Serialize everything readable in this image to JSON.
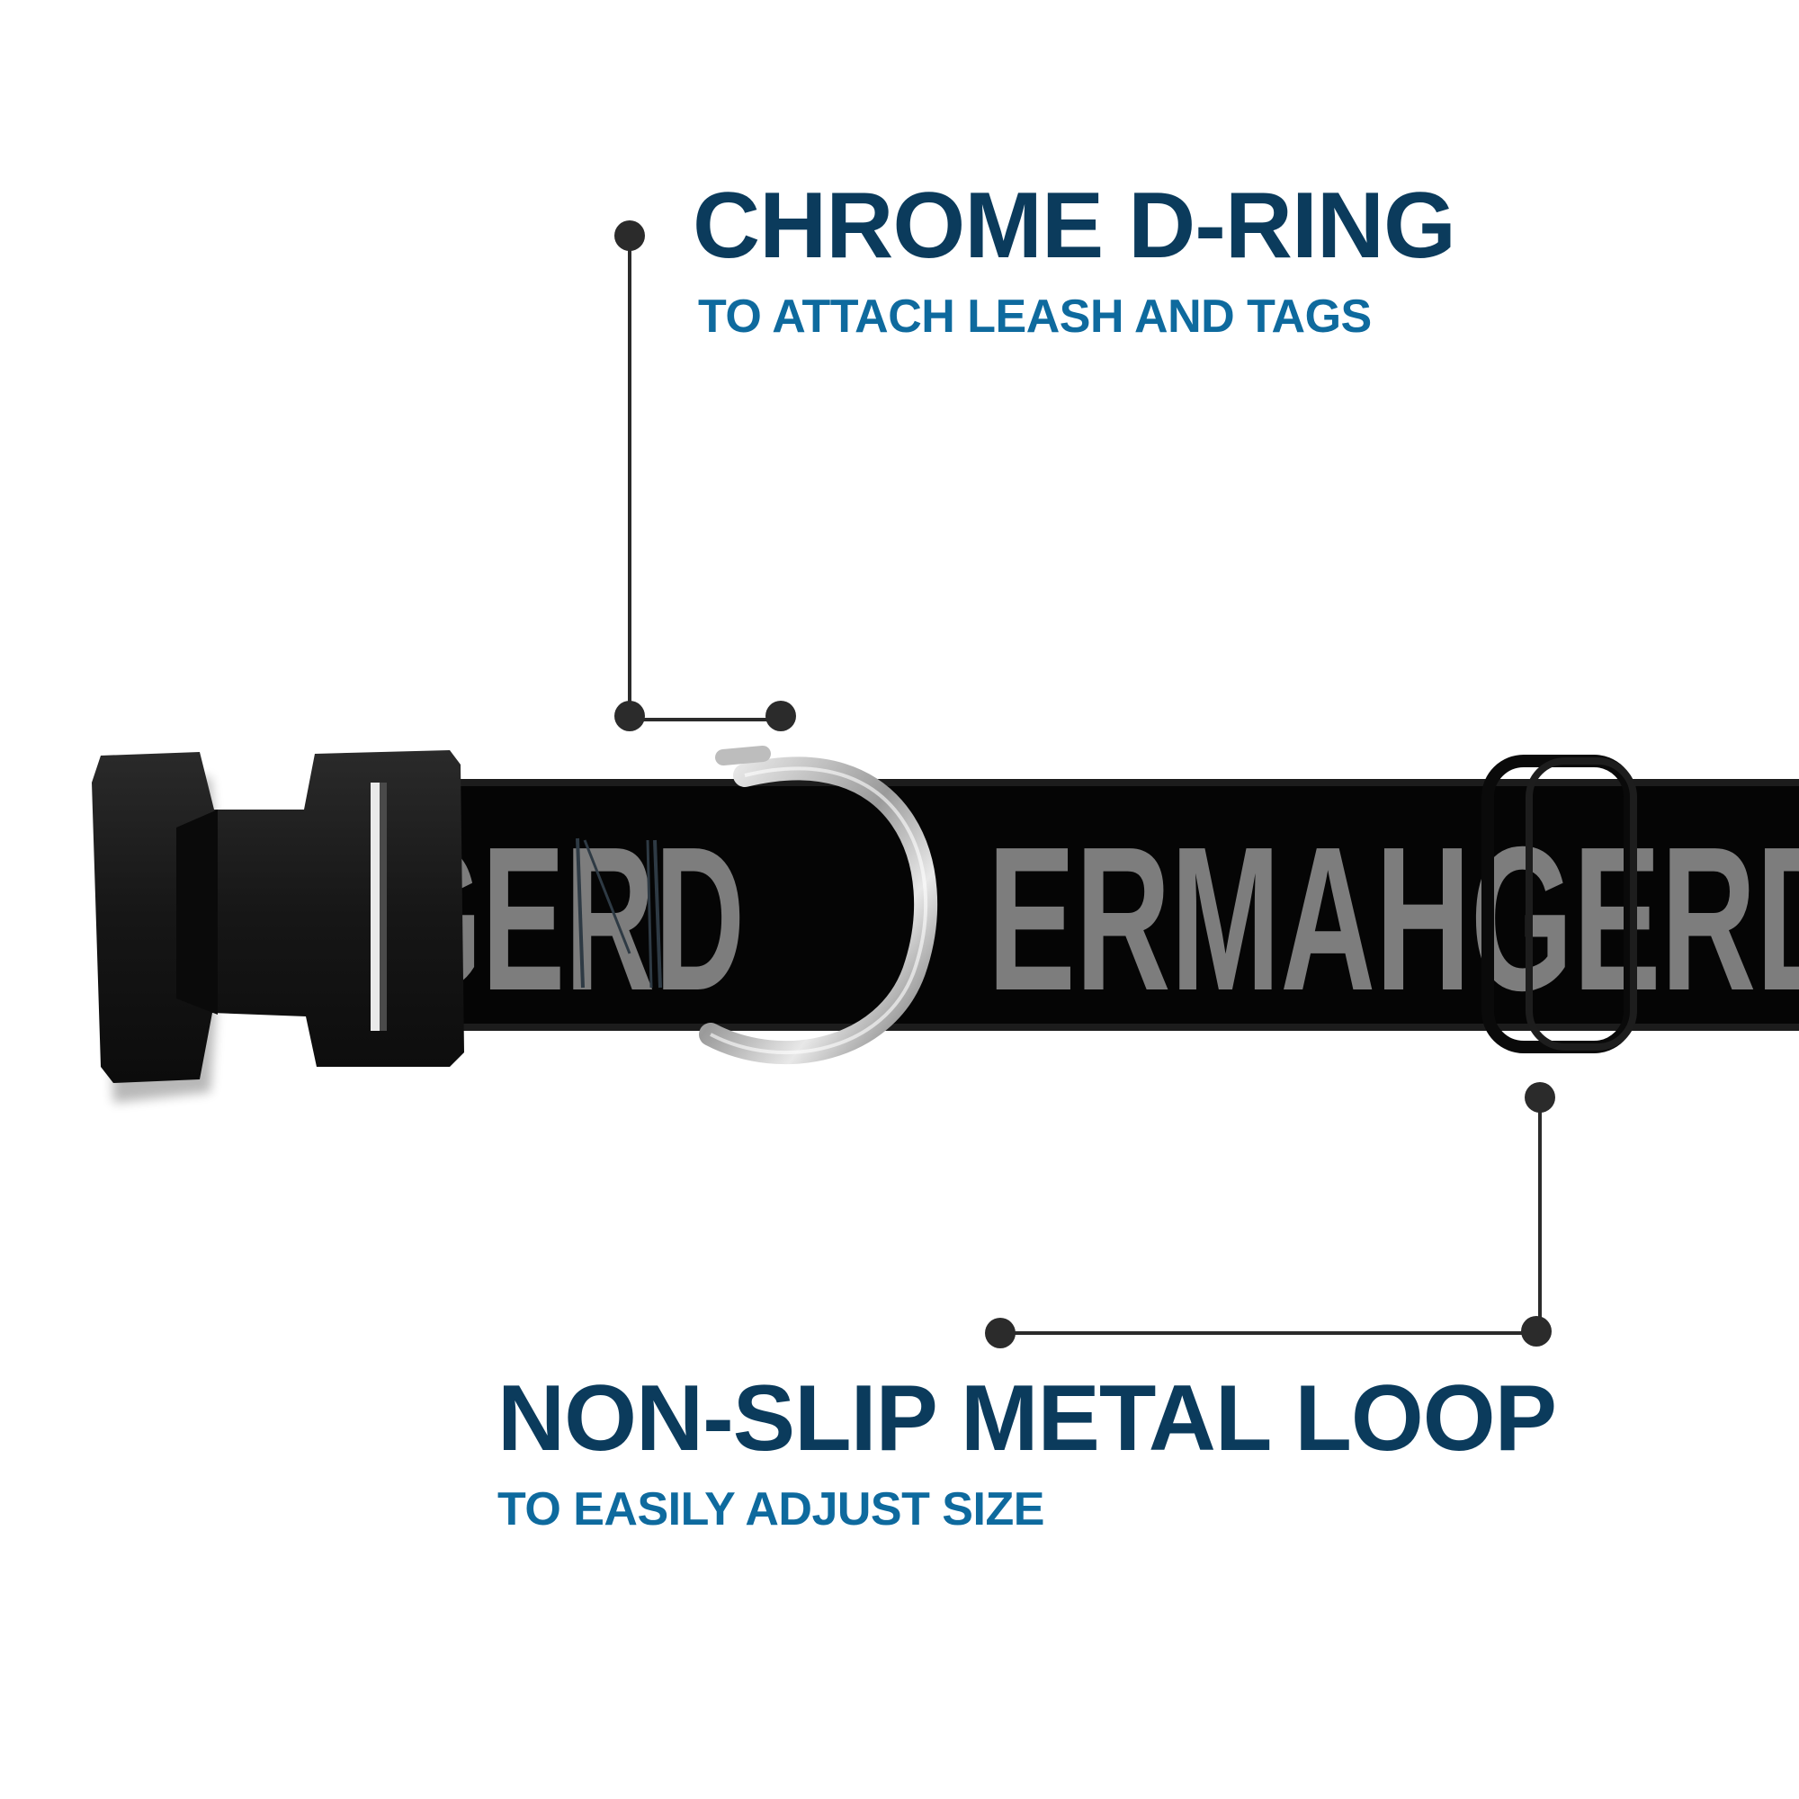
{
  "callouts": {
    "d_ring": {
      "title": "CHROME D-RING",
      "subtitle": "TO ATTACH LEASH AND TAGS"
    },
    "metal_loop": {
      "title": "NON-SLIP METAL LOOP",
      "subtitle": "TO EASILY ADJUST SIZE"
    }
  },
  "collar": {
    "print_text_left": "GERD",
    "print_text_right": "ERMAHGERD"
  },
  "colors": {
    "title": "#0b3b5c",
    "subtitle": "#0e6a9e",
    "leader_line": "#2b2b2b",
    "strap": "#050505",
    "print": "#7d7d7d",
    "buckle": "#151515",
    "chrome": "#c9c9c9"
  }
}
